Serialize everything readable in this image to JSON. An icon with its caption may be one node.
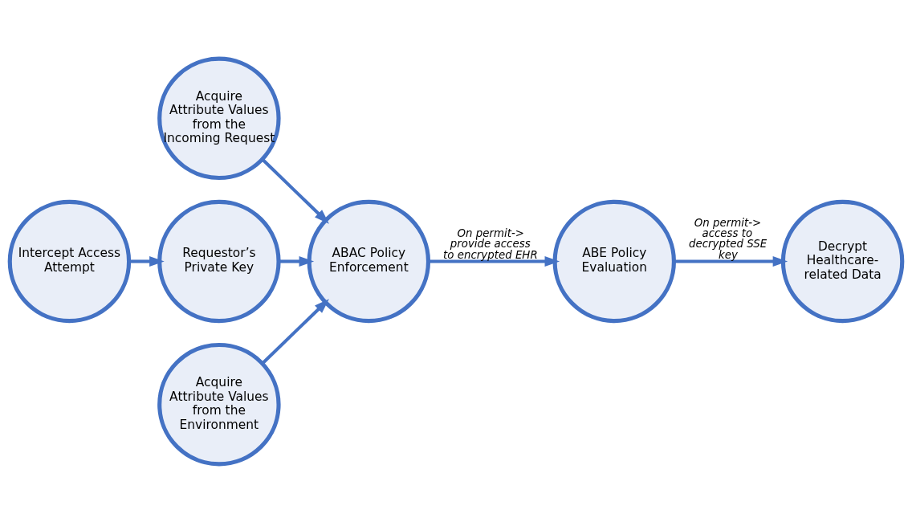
{
  "diagram": {
    "nodes": [
      {
        "text": [
          "Acquire Attribute Values from the Incoming Request"
        ]
      },
      {
        "text": [
          "Intercept Access Attempt"
        ]
      },
      {
        "text": [
          "Requestor’s Private Key"
        ]
      },
      {
        "text": [
          "ABAC Policy Enforcement"
        ]
      },
      {
        "text": [
          "ABE Policy Evaluation"
        ]
      },
      {
        "text": [
          "Decrypt Healthcare-related Data"
        ]
      },
      {
        "text": [
          "Acquire Attribute Values from the Environment"
        ]
      }
    ],
    "edges": [
      {
        "from": 1,
        "to": 2,
        "arrow": "to"
      },
      {
        "from": 2,
        "to": 3,
        "arrow": "to"
      },
      {
        "from": 3,
        "to": 4,
        "arrow": "to",
        "label": "On permit-> provide access to encrypted EHR"
      },
      {
        "from": 4,
        "to": 5,
        "arrow": "to",
        "label": "On permit-> access to decrypted SSE key"
      },
      {
        "from": 0,
        "to": 3,
        "arrow": "to"
      },
      {
        "from": 6,
        "to": 3,
        "arrow": "to"
      }
    ]
  }
}
